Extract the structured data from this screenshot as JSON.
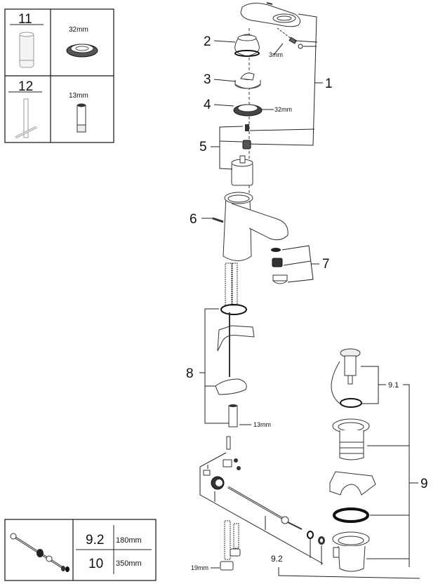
{
  "tools_box": {
    "rows": [
      {
        "item": "11",
        "size": "32mm",
        "tool_icon": "cartridge-wrench-icon",
        "part_icon": "nut-icon"
      },
      {
        "item": "12",
        "size": "13mm",
        "tool_icon": "t-handle-key-icon",
        "part_icon": "hex-socket-icon"
      }
    ]
  },
  "rod_box": {
    "icon": "drain-rod-icon",
    "rows": [
      {
        "item": "9.2",
        "length": "180mm"
      },
      {
        "item": "10",
        "length": "350mm"
      }
    ]
  },
  "callouts": {
    "c1": "1",
    "c2": "2",
    "c3": "3",
    "c4": "4",
    "c5": "5",
    "c6": "6",
    "c7": "7",
    "c8": "8",
    "c9": "9",
    "c91": "9.1",
    "c92": "9.2"
  },
  "dimensions": {
    "hex_key": "3mm",
    "nut": "32mm",
    "anchor": "13mm",
    "hose": "19mm"
  }
}
